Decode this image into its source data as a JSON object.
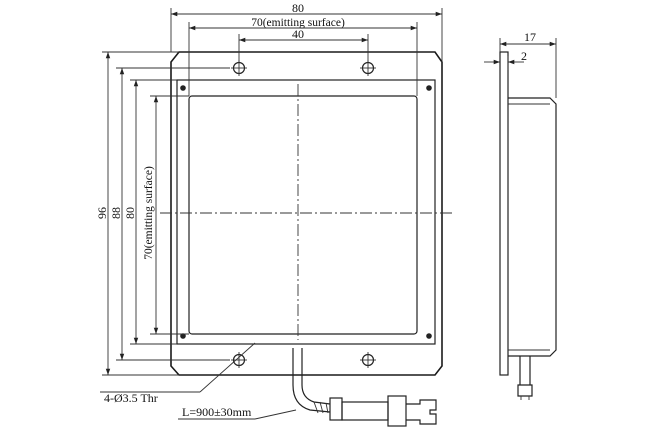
{
  "front_view": {
    "overall_width": "80",
    "emitting_width": "70(emitting surface)",
    "hole_spacing": "40",
    "overall_height": "96",
    "height_88": "88",
    "height_80": "80",
    "emitting_height": "70(emitting surface)"
  },
  "side_view": {
    "depth": "17",
    "flange": "2"
  },
  "notes": {
    "holes": "4-Ø3.5 Thr",
    "cable_length": "L=900±30mm"
  }
}
